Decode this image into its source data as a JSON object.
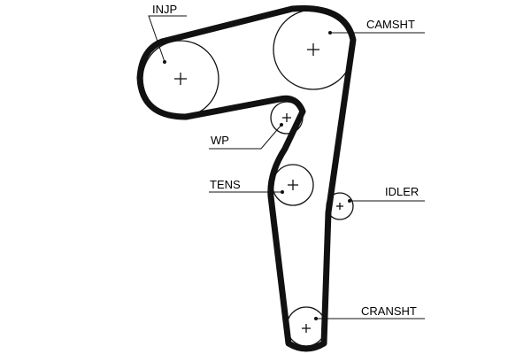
{
  "diagram": {
    "colors": {
      "belt": "#111111",
      "pulley": "#111111",
      "background": "#ffffff"
    },
    "labels": {
      "injp": "INJP",
      "camsht": "CAMSHT",
      "wp": "WP",
      "tens": "TENS",
      "idler": "IDLER",
      "cransht": "CRANSHT"
    }
  }
}
